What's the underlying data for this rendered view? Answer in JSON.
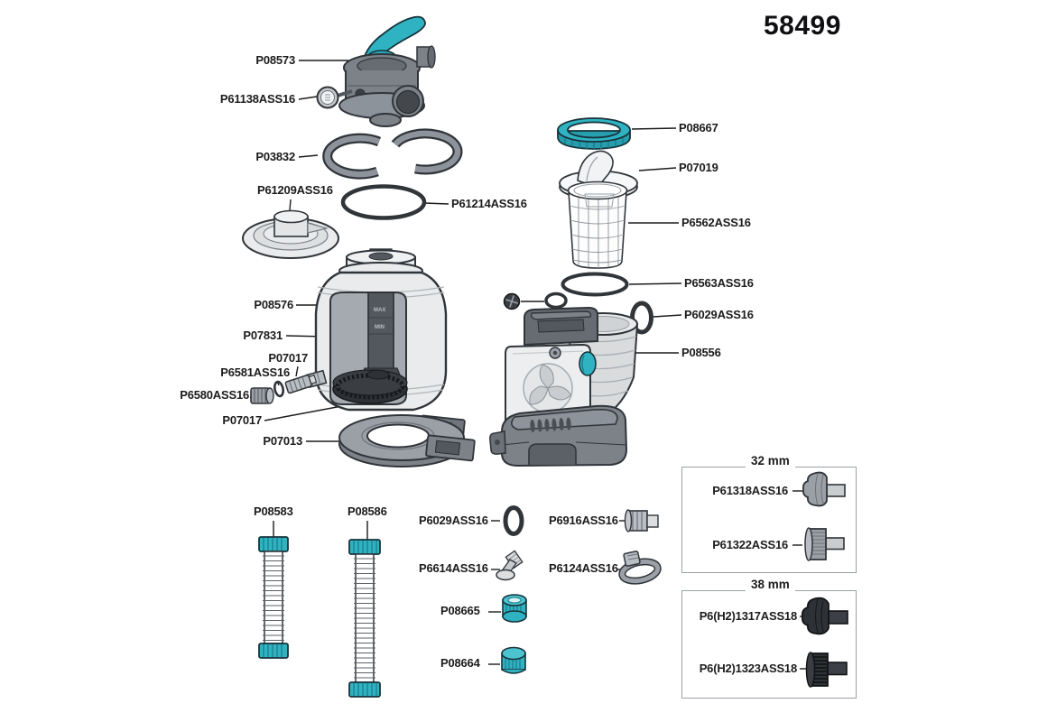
{
  "model_number": "58499",
  "labels": {
    "p08573": "P08573",
    "p61138": "P61138ASS16",
    "p03832": "P03832",
    "p61209": "P61209ASS16",
    "p61214": "P61214ASS16",
    "p08576": "P08576",
    "p07831": "P07831",
    "p07017_side": "P07017",
    "p6581": "P6581ASS16",
    "p6580": "P6580ASS16",
    "p07017_bottom": "P07017",
    "p07013": "P07013",
    "p08667": "P08667",
    "p07019": "P07019",
    "p6562": "P6562ASS16",
    "p6563": "P6563ASS16",
    "p6029_right": "P6029ASS16",
    "p08556": "P08556",
    "p08583": "P08583",
    "p08586": "P08586",
    "p6029_bottom": "P6029ASS16",
    "p6916": "P6916ASS16",
    "p6614": "P6614ASS16",
    "p6124": "P6124ASS16",
    "p08665": "P08665",
    "p08664": "P08664"
  },
  "tank_markings": {
    "max": "MAX",
    "min": "MIN"
  },
  "boxes": {
    "mm32": {
      "title": "32 mm",
      "items": {
        "p61318": "P61318ASS16",
        "p61322": "P61322ASS16"
      }
    },
    "mm38": {
      "title": "38 mm",
      "items": {
        "p61317": "P6(H2)1317ASS18",
        "p61323": "P6(H2)1323ASS18"
      }
    }
  },
  "colors": {
    "teal": "#2fb3c3",
    "outline": "#30353a",
    "label_text": "#1c1c1e"
  }
}
